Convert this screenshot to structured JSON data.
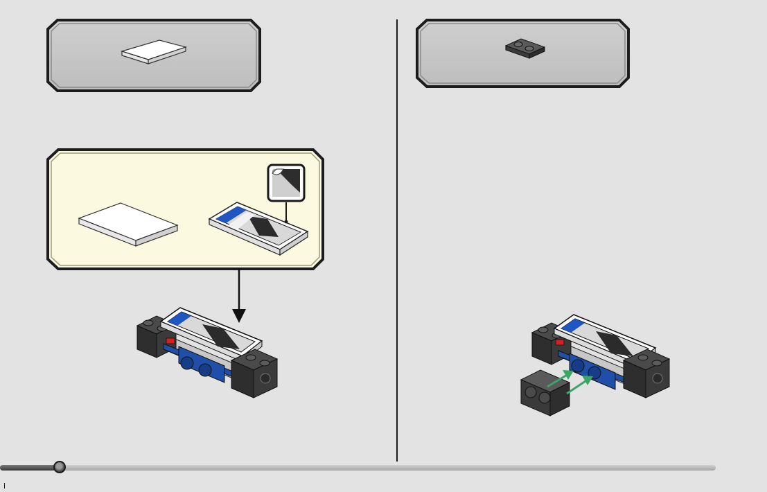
{
  "document": {
    "progress": 0.083,
    "colors": {
      "page_background": "#e3e3e3",
      "parts_callout": "#c8c8c8",
      "submodel_callout": "#fbf9df",
      "brick_blue": "#1f4fa8",
      "brick_dark": "#2d2d2d",
      "arrow_green": "#3aa566"
    }
  },
  "steps": [
    {
      "name": "left-step",
      "parts_list": [
        {
          "icon": "white-tile-1x2-icon"
        }
      ],
      "submodel": {
        "parts": [
          {
            "icon": "white-tile-2x4-icon"
          },
          {
            "icon": "decorated-phone-tile-icon"
          }
        ],
        "sticker": "sticker-icon"
      },
      "assembly": {
        "icon": "phone-base-assembly-icon",
        "arrow": "placement-arrow-icon"
      }
    },
    {
      "name": "right-step",
      "parts_list": [
        {
          "icon": "dark-plate-1x2-with-rail-icon"
        }
      ],
      "assembly": {
        "icon": "phone-with-rail-plate-assembly-icon",
        "arrow": "green-placement-arrows-icon"
      }
    }
  ]
}
